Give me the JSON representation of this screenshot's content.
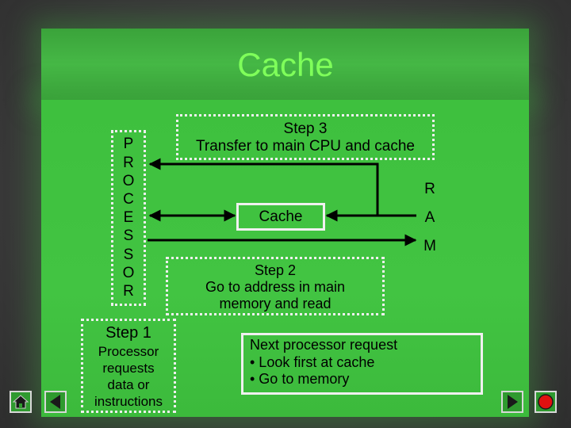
{
  "title": "Cache",
  "processor_letters": [
    "P",
    "R",
    "O",
    "C",
    "E",
    "S",
    "S",
    "O",
    "R"
  ],
  "ram_letters": [
    "R",
    "A",
    "M"
  ],
  "step1": {
    "heading": "Step 1",
    "lines": [
      "Processor",
      "requests",
      "data or",
      "instructions"
    ]
  },
  "step2": {
    "heading": "Step 2",
    "lines": [
      "Go to address in main",
      "memory and read"
    ]
  },
  "step3": {
    "heading": "Step 3",
    "lines": [
      "Transfer to main CPU and cache"
    ]
  },
  "cache_label": "Cache",
  "next_request": {
    "lines": [
      "Next processor request",
      "•  Look first at cache",
      "•  Go to memory"
    ]
  },
  "colors": {
    "background": "#3d3d3d",
    "slide_green": "#42c442",
    "title_green": "#7fff5a",
    "line": "#000000"
  },
  "nav": [
    "home-icon",
    "back-icon",
    "forward-icon",
    "end-show-icon"
  ]
}
